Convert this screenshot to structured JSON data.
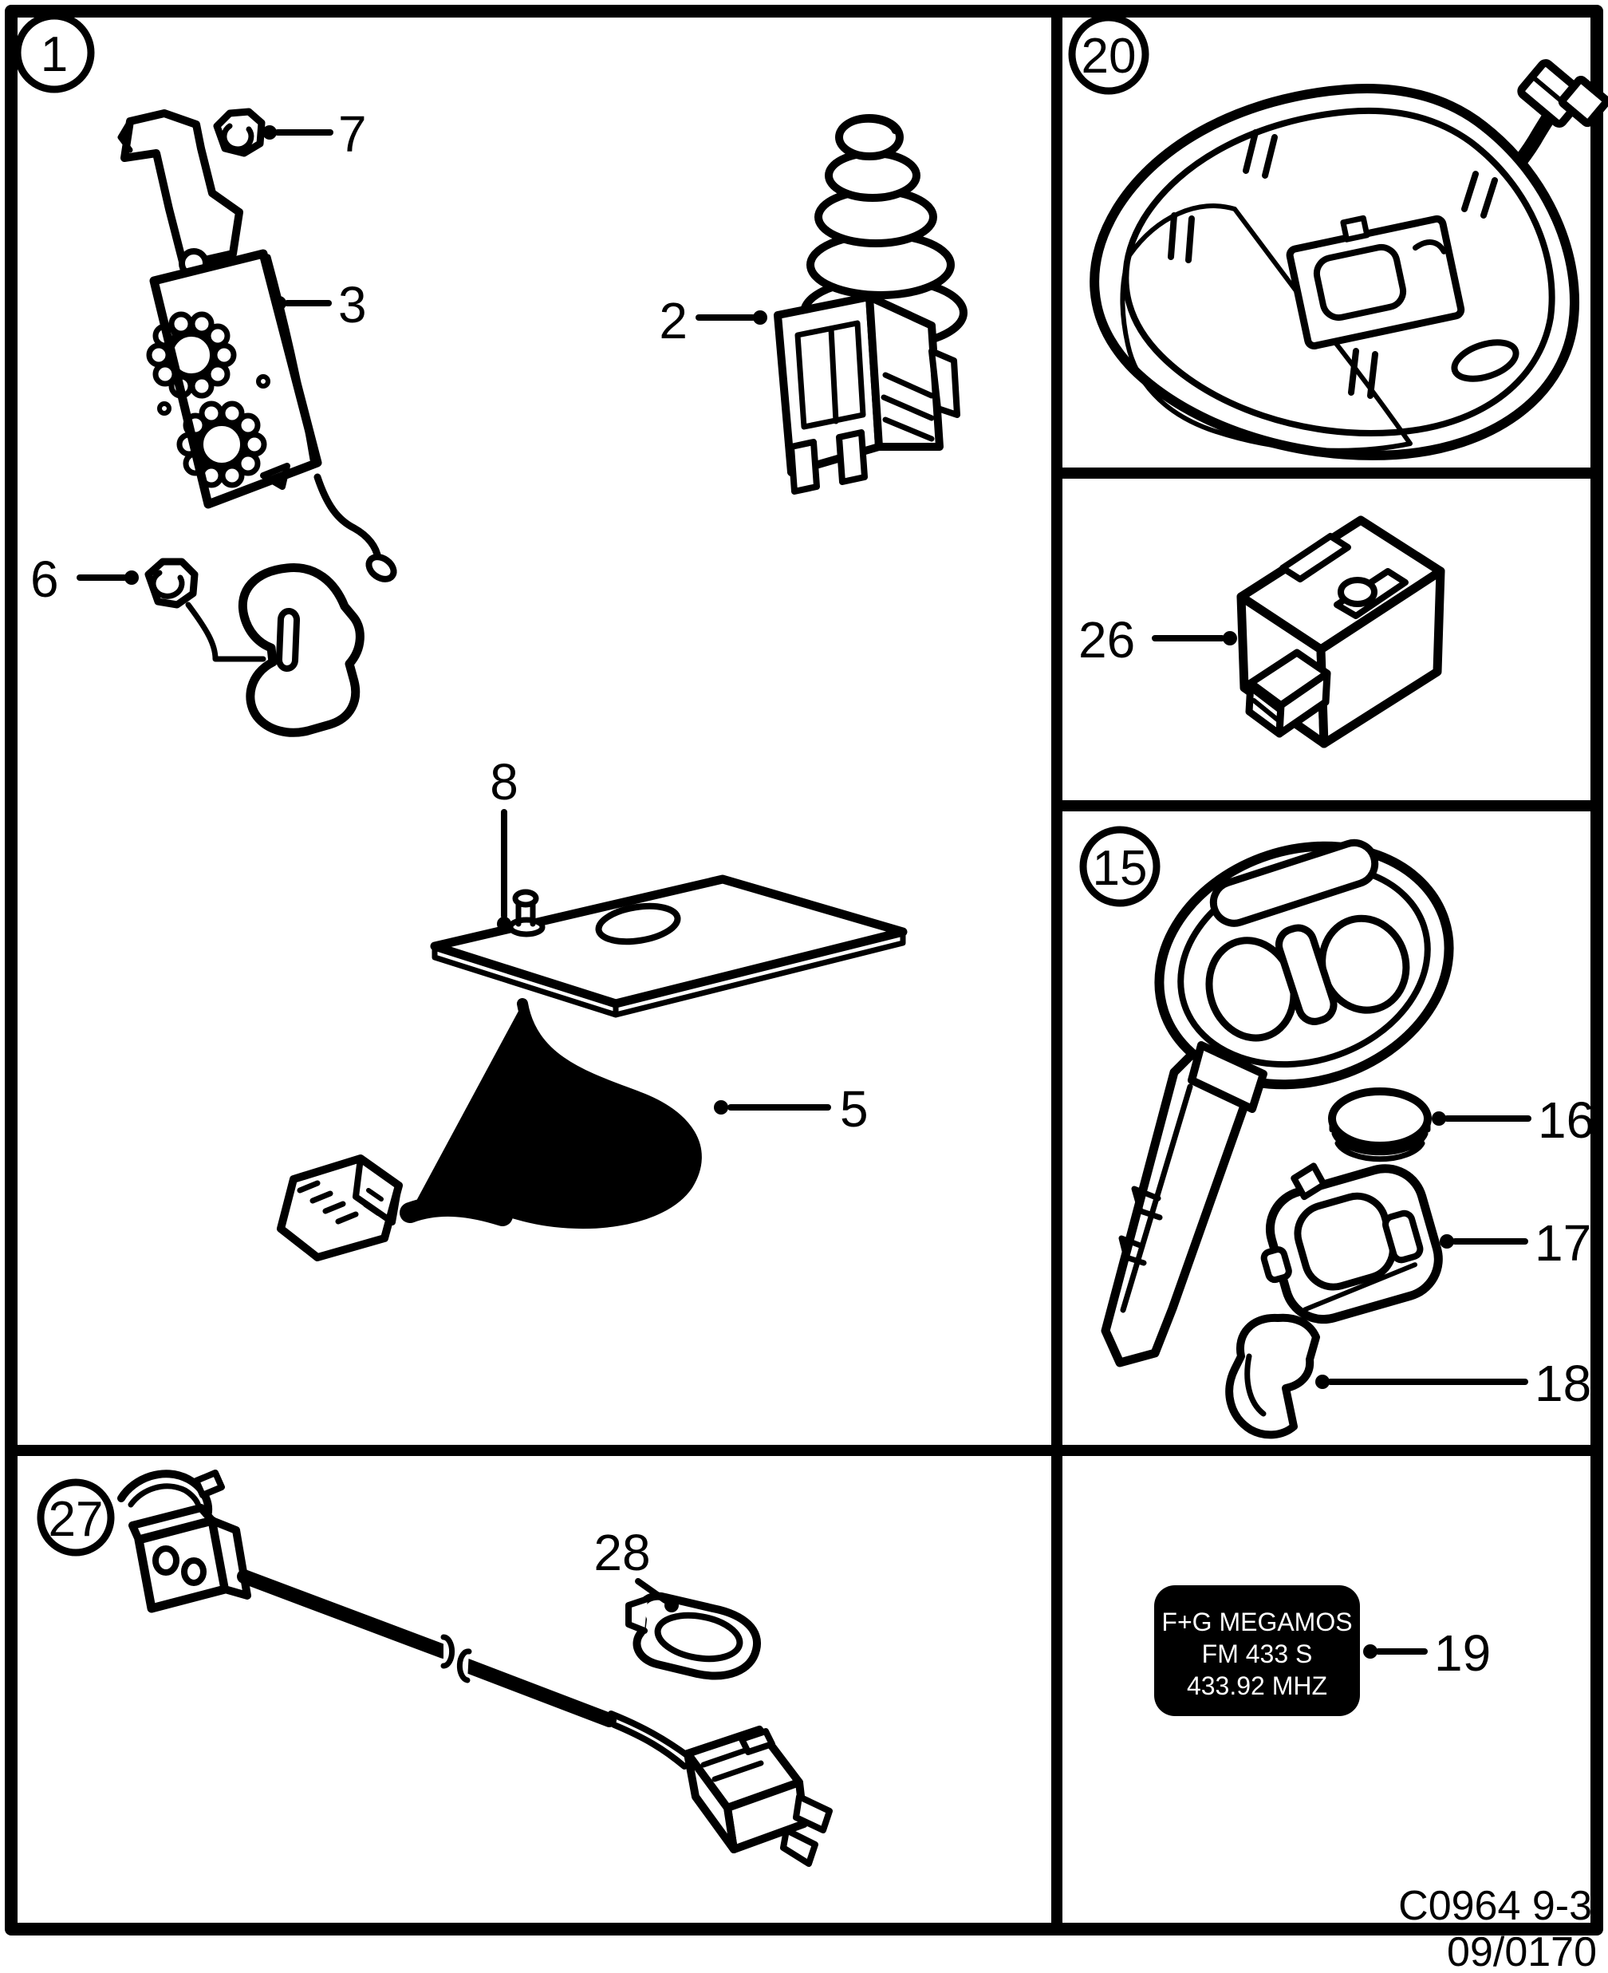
{
  "diagram": {
    "background": "#ffffff",
    "line_color": "#000000",
    "badges": {
      "main": "1",
      "roof_console": "20",
      "remote_key": "15",
      "hood_switch": "27"
    },
    "callouts": {
      "stop_lamp_switch": "2",
      "siren": "3",
      "antenna_cable": "5",
      "nut_lower": "6",
      "nut_upper": "7",
      "antenna_plate": "8",
      "battery": "16",
      "battery_cover": "17",
      "key_clip": "18",
      "frequency_label": "19",
      "receiver_module": "26",
      "cable_clip": "28"
    },
    "frequency_label": {
      "bg": "#000000",
      "fg": "#ffffff",
      "lines": [
        "F+G MEGAMOS",
        "FM 433 S",
        "433.92 MHZ"
      ]
    },
    "footer": {
      "drawing_code": "C0964 9-3",
      "revision": "09/0170"
    }
  }
}
